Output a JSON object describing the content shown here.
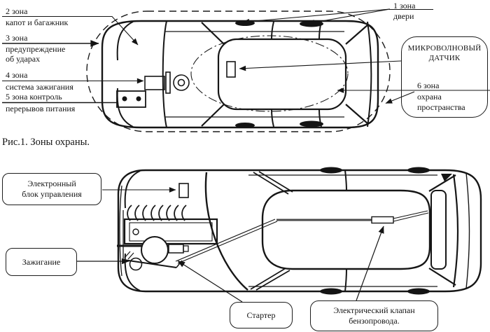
{
  "colors": {
    "ink": "#141414",
    "paper": "#ffffff"
  },
  "fig1": {
    "caption": "Рис.1. Зоны охраны.",
    "zone1": {
      "name": "1 зона",
      "lines": [
        "двери"
      ]
    },
    "zone2": {
      "name": "2 зона",
      "lines": [
        "капот и багажник"
      ]
    },
    "zone3": {
      "name": "3 зона",
      "lines": [
        "предупреждение",
        "об ударах"
      ]
    },
    "zone4": {
      "name": "4 зона",
      "lines": [
        "система зажигания"
      ]
    },
    "zone5": {
      "name": "5 зона контроль",
      "lines": [
        "перерывов питания"
      ]
    },
    "zone6": {
      "name": "6 зона",
      "lines": [
        "охрана",
        "пространства"
      ]
    },
    "sensor_box": {
      "lines": [
        "МИКРОВОЛНОВЫЙ",
        "ДАТЧИК"
      ]
    }
  },
  "fig2": {
    "labels": {
      "ecu": {
        "lines": [
          "Электронный",
          "блок управления"
        ]
      },
      "ignition": {
        "lines": [
          "Зажигание"
        ]
      },
      "starter": {
        "lines": [
          "Стартер"
        ]
      },
      "fuel_valve": {
        "lines": [
          "Электрический клапан",
          "бензопровода."
        ]
      }
    }
  }
}
